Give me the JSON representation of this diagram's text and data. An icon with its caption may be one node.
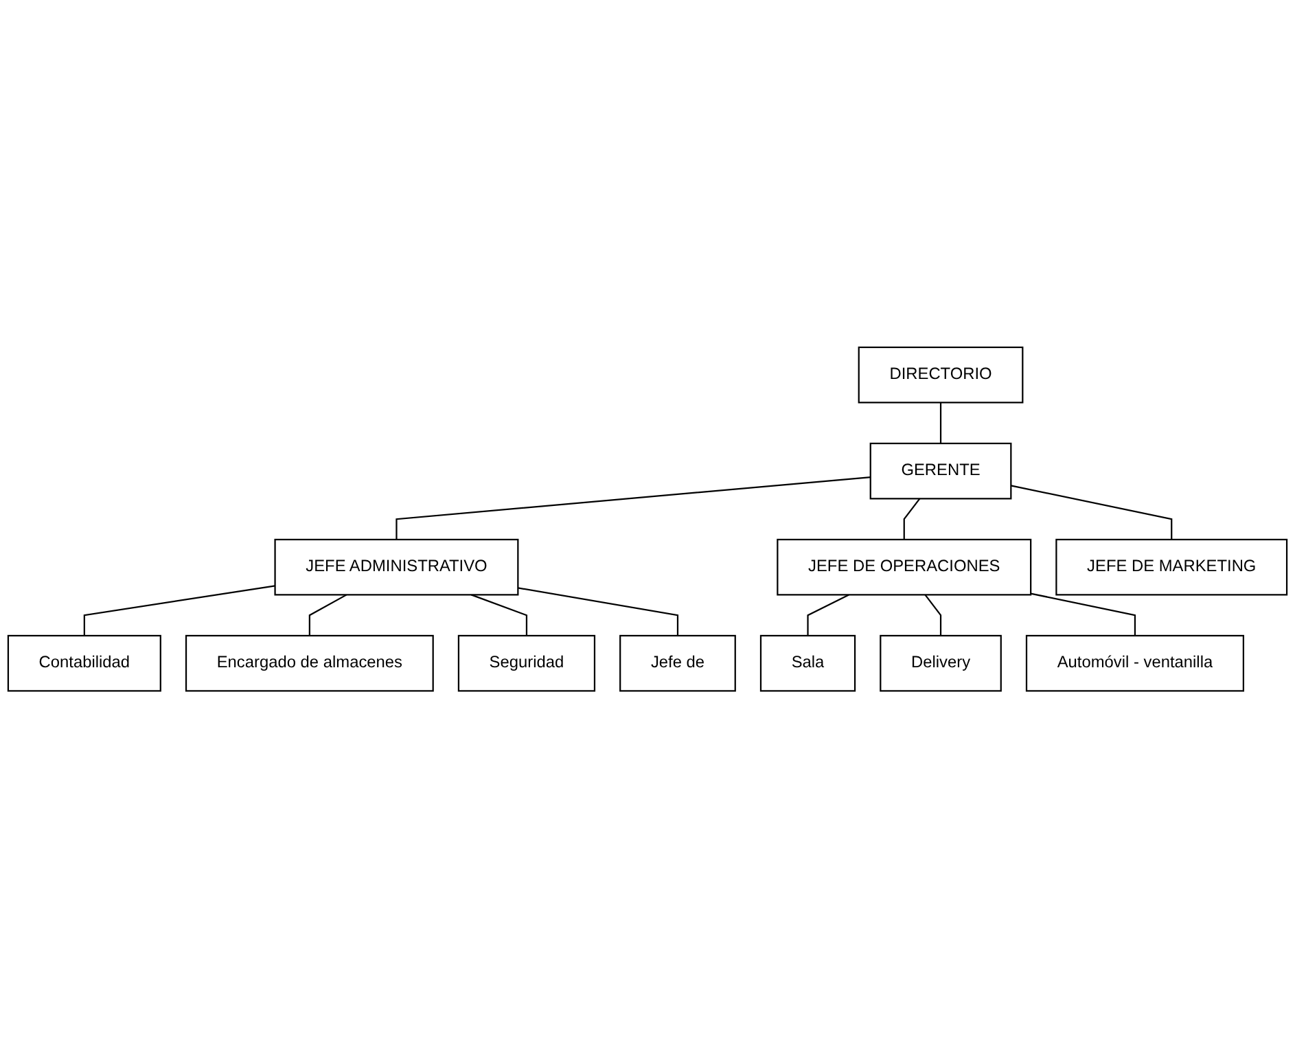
{
  "diagram": {
    "nodes": [
      {
        "text": [
          "DIRECTORIO"
        ]
      },
      {
        "text": [
          "GERENTE"
        ]
      },
      {
        "text": [
          "JEFE ADMINISTRATIVO"
        ]
      },
      {
        "text": [
          "JEFE DE OPERACIONES"
        ]
      },
      {
        "text": [
          "JEFE DE MARKETING"
        ]
      },
      {
        "text": [
          "Contabilidad"
        ]
      },
      {
        "text": [
          "Encargado de almacenes"
        ]
      },
      {
        "text": [
          "Seguridad"
        ]
      },
      {
        "text": [
          "Jefe de"
        ]
      },
      {
        "text": [
          "Sala"
        ]
      },
      {
        "text": [
          "Delivery"
        ]
      },
      {
        "text": [
          "Automóvil - ventanilla"
        ]
      }
    ],
    "edges": [
      {
        "from": 0,
        "to": 1,
        "arrow": "none"
      },
      {
        "from": 1,
        "to": 2,
        "arrow": "none"
      },
      {
        "from": 1,
        "to": 3,
        "arrow": "none"
      },
      {
        "from": 1,
        "to": 4,
        "arrow": "none"
      },
      {
        "from": 2,
        "to": 5,
        "arrow": "none"
      },
      {
        "from": 2,
        "to": 6,
        "arrow": "none"
      },
      {
        "from": 2,
        "to": 7,
        "arrow": "none"
      },
      {
        "from": 2,
        "to": 8,
        "arrow": "none"
      },
      {
        "from": 3,
        "to": 9,
        "arrow": "none"
      },
      {
        "from": 3,
        "to": 10,
        "arrow": "none"
      },
      {
        "from": 3,
        "to": 11,
        "arrow": "none"
      }
    ]
  }
}
